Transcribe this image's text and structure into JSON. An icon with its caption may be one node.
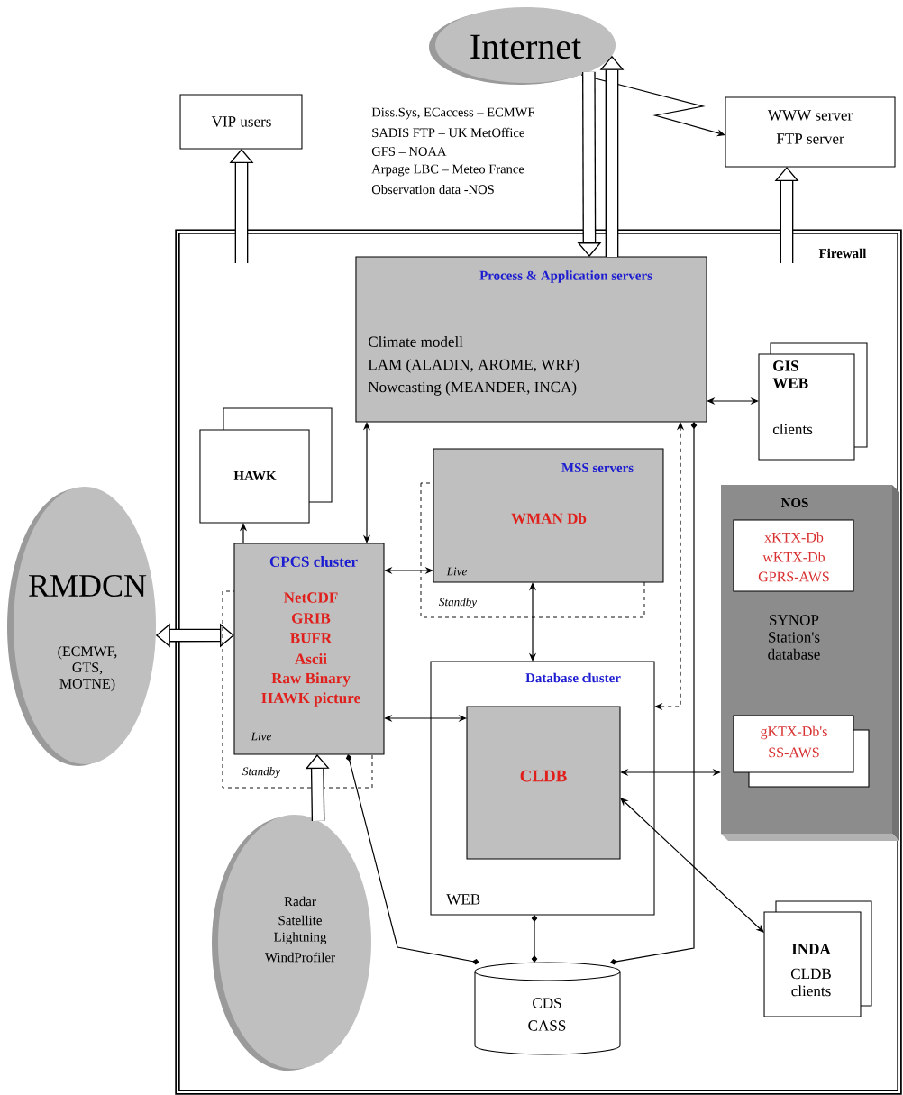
{
  "diagram": {
    "nodes": [
      {
        "text": [
          "Internet"
        ]
      },
      {
        "text": [
          "VIP users"
        ]
      },
      {
        "text": [
          "WWW server",
          "FTP server"
        ]
      },
      {
        "text": [
          "Firewall"
        ]
      },
      {
        "text": [
          "Process & Application servers",
          "Climate modell",
          "LAM (ALADIN, AROME, WRF)",
          "Nowcasting (MEANDER, INCA)"
        ],
        "in": 3
      },
      {
        "text": [
          "GIS WEB",
          "clients"
        ],
        "in": 3
      },
      {
        "text": [
          "HAWK"
        ],
        "in": 3
      },
      {
        "text": [
          "MSS servers",
          "WMAN Db",
          "Live",
          "Standby"
        ],
        "in": 3
      },
      {
        "text": [
          "CPCS cluster",
          "NetCDF",
          "GRIB",
          "BUFR",
          "Ascii",
          "Raw Binary",
          "HAWK picture",
          "Live",
          "Standby"
        ],
        "in": 3
      },
      {
        "text": [
          "NOS",
          "SYNOP Station's database"
        ],
        "in": 3
      },
      {
        "text": [
          "xKTX-Db",
          "wKTX-Db",
          "GPRS-AWS"
        ],
        "in": 9
      },
      {
        "text": [
          "gKTX-Db's",
          "SS-AWS"
        ],
        "in": 9
      },
      {
        "text": [
          "Database cluster",
          "WEB"
        ],
        "in": 3
      },
      {
        "text": [
          "CLDB"
        ],
        "in": 12
      },
      {
        "text": [
          "RMDCN",
          "(ECMWF, GTS, MOTNE)"
        ]
      },
      {
        "text": [
          "Radar",
          "Satellite",
          "Lightning",
          "WindProfiler"
        ],
        "in": 3
      },
      {
        "text": [
          "CDS",
          "CASS"
        ],
        "in": 3
      },
      {
        "text": [
          "INDA",
          "CLDB clients"
        ],
        "in": 3
      }
    ],
    "edges": [
      {
        "from": 0,
        "to": 2,
        "arrow": "to"
      },
      {
        "from": 0,
        "to": 4,
        "arrow": "to",
        "style": "thick"
      },
      {
        "from": 4,
        "to": 0,
        "arrow": "to",
        "style": "thick"
      },
      {
        "from": null,
        "to": 1,
        "arrow": "to",
        "style": "thick"
      },
      {
        "from": null,
        "to": 2,
        "arrow": "to",
        "style": "thick"
      },
      {
        "from": 14,
        "to": 8,
        "arrow": "both",
        "style": "thick"
      },
      {
        "from": 15,
        "to": 8,
        "arrow": "to",
        "style": "thick"
      },
      {
        "from": 8,
        "to": 6,
        "arrow": "to"
      },
      {
        "from": 4,
        "to": 8,
        "arrow": "both"
      },
      {
        "from": 8,
        "to": 7,
        "arrow": "both"
      },
      {
        "from": 7,
        "to": 12,
        "arrow": "both"
      },
      {
        "from": 8,
        "to": 13,
        "arrow": "both"
      },
      {
        "from": 4,
        "to": 5,
        "arrow": "both"
      },
      {
        "from": 4,
        "to": 12,
        "arrow": "both",
        "style": "dashed"
      },
      {
        "from": 13,
        "to": 9,
        "arrow": "both"
      },
      {
        "from": 13,
        "to": 17,
        "arrow": "both"
      },
      {
        "from": 8,
        "to": 16,
        "arrow": "other"
      },
      {
        "from": 12,
        "to": 16,
        "arrow": "other"
      },
      {
        "from": 4,
        "to": 16,
        "arrow": "other"
      }
    ],
    "labels": [
      "Diss.Sys, ECaccess – ECMWF",
      "SADIS FTP – UK MetOffice",
      "GFS – NOAA",
      "Arpage LBC – Meteo France",
      "Observation data -NOS"
    ]
  }
}
